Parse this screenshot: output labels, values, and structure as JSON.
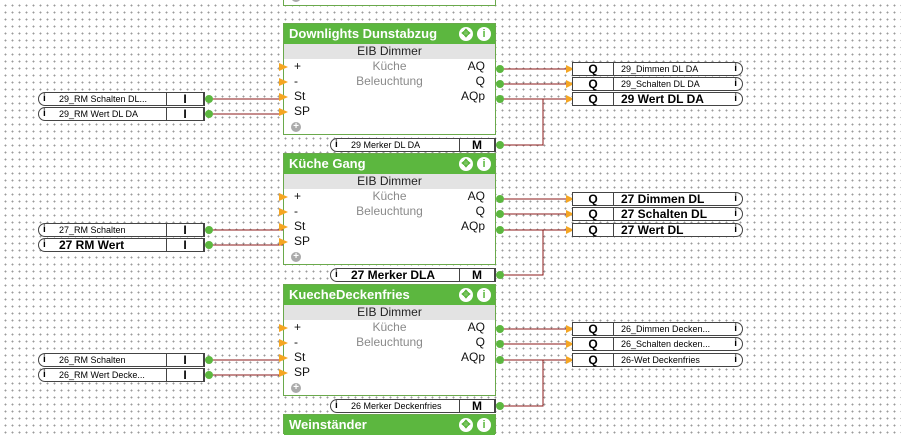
{
  "blocks": [
    {
      "title": "Downlights Dunstabzug",
      "type": "EIB Dimmer",
      "rows": [
        {
          "in": "+",
          "mid": "Küche",
          "out": "AQ"
        },
        {
          "in": "-",
          "mid": "Beleuchtung",
          "out": "Q"
        },
        {
          "in": "St",
          "mid": "",
          "out": "AQp"
        },
        {
          "in": "SP",
          "mid": "",
          "out": ""
        }
      ],
      "merker": {
        "label": "29 Merker DL DA",
        "box": "M"
      },
      "inputs": [
        {
          "label": "29_RM Schalten DL...",
          "box": "I"
        },
        {
          "label": "29_RM Wert DL DA",
          "box": "I"
        }
      ],
      "outputs": [
        {
          "q": "Q",
          "label": "29_Dimmen DL DA"
        },
        {
          "q": "Q",
          "label": "29_Schalten DL DA"
        },
        {
          "q": "Q",
          "label": "29 Wert DL DA"
        }
      ]
    },
    {
      "title": "Küche Gang",
      "type": "EIB Dimmer",
      "rows": [
        {
          "in": "+",
          "mid": "Küche",
          "out": "AQ"
        },
        {
          "in": "-",
          "mid": "Beleuchtung",
          "out": "Q"
        },
        {
          "in": "St",
          "mid": "",
          "out": "AQp"
        },
        {
          "in": "SP",
          "mid": "",
          "out": ""
        }
      ],
      "merker": {
        "label": "27 Merker DLA",
        "box": "M"
      },
      "inputs": [
        {
          "label": "27_RM Schalten",
          "box": "I"
        },
        {
          "label": "27 RM Wert",
          "box": "I"
        }
      ],
      "outputs": [
        {
          "q": "Q",
          "label": "27 Dimmen DL"
        },
        {
          "q": "Q",
          "label": "27 Schalten DL"
        },
        {
          "q": "Q",
          "label": "27 Wert DL"
        }
      ]
    },
    {
      "title": "KuecheDeckenfries",
      "type": "EIB Dimmer",
      "rows": [
        {
          "in": "+",
          "mid": "Küche",
          "out": "AQ"
        },
        {
          "in": "-",
          "mid": "Beleuchtung",
          "out": "Q"
        },
        {
          "in": "St",
          "mid": "",
          "out": "AQp"
        },
        {
          "in": "SP",
          "mid": "",
          "out": ""
        }
      ],
      "merker": {
        "label": "26 Merker Deckenfries",
        "box": "M"
      },
      "inputs": [
        {
          "label": "26_RM Schalten",
          "box": "I"
        },
        {
          "label": "26_RM Wert Decke...",
          "box": "I"
        }
      ],
      "outputs": [
        {
          "q": "Q",
          "label": "26_Dimmen Decken..."
        },
        {
          "q": "Q",
          "label": "26_Schalten decken..."
        },
        {
          "q": "Q",
          "label": "26-Wet Deckenfries"
        }
      ]
    },
    {
      "title": "Weinständer"
    }
  ],
  "icons": {
    "move": "✥",
    "info": "i",
    "add": "+"
  },
  "colors": {
    "block_header": "#5cb73f",
    "pin": "#f5a623",
    "wire": "#8b1a1a",
    "connector": "#5cb73f"
  }
}
